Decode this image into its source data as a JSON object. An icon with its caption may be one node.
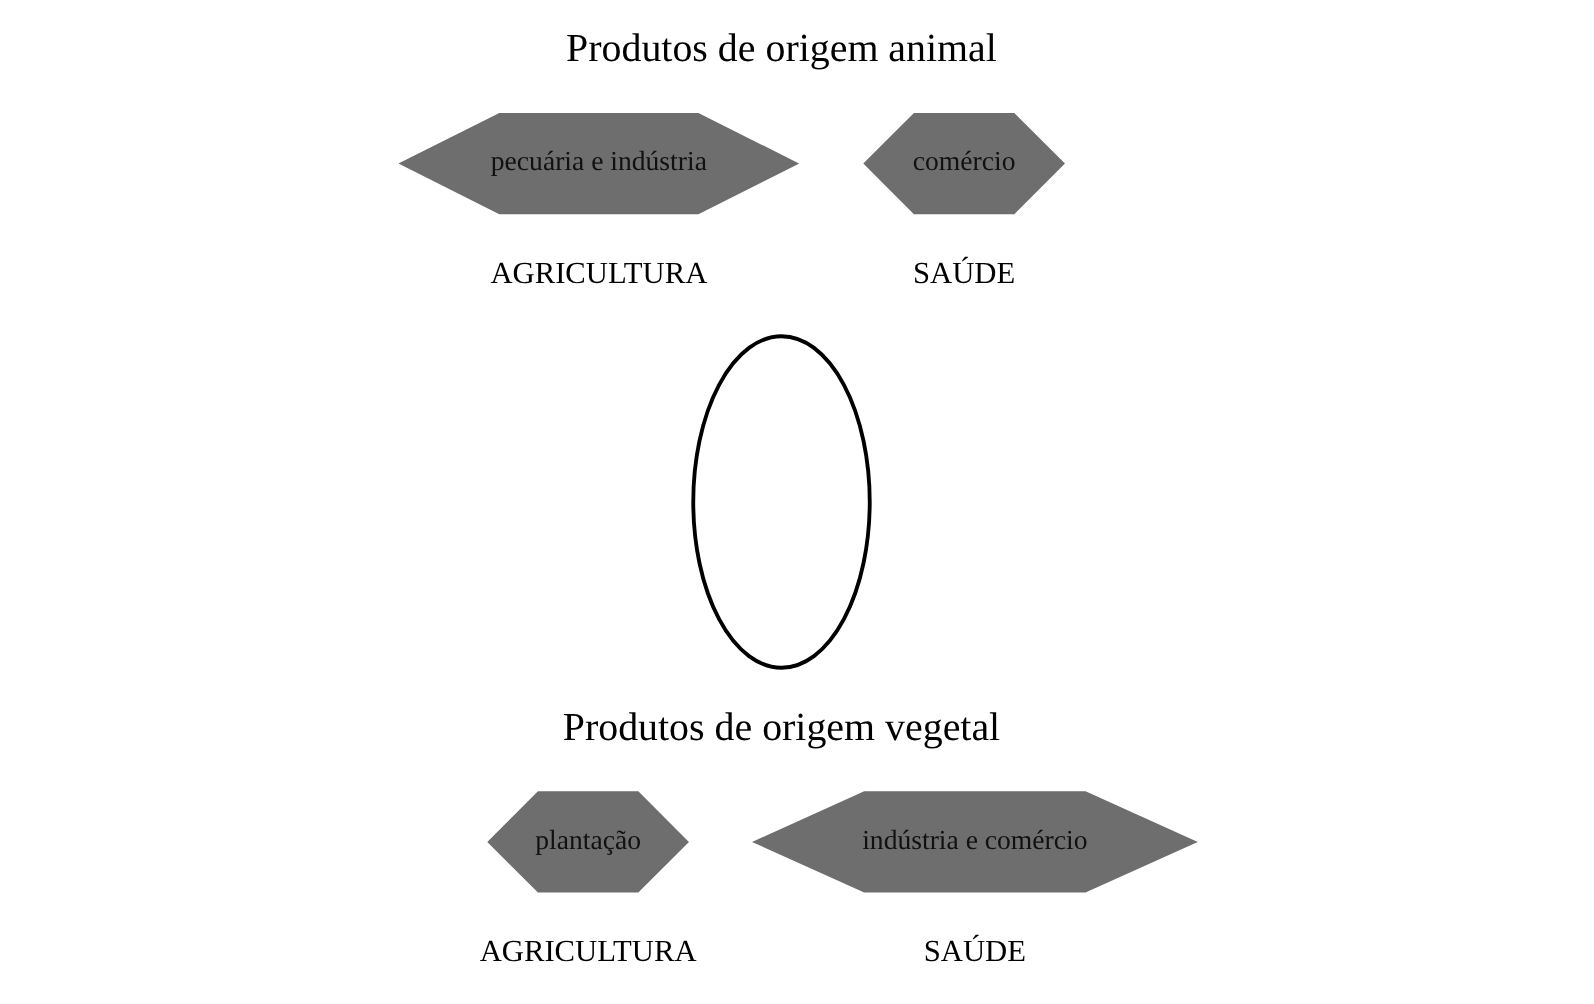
{
  "diagram": {
    "nodes": [
      {
        "text": [
          "pecuária e indústria"
        ],
        "beside": [
          "AGRICULTURA"
        ]
      },
      {
        "text": [
          "comércio"
        ],
        "beside": [
          "SAÚDE"
        ]
      },
      {
        "text": [
          "plantação"
        ],
        "beside": [
          "AGRICULTURA"
        ]
      },
      {
        "text": [
          "indústria e comércio"
        ],
        "beside": [
          "SAÚDE"
        ]
      },
      {
        "text": [],
        "shape": "ellipse"
      }
    ],
    "edges": [],
    "labels": [
      "Produtos de origem animal",
      "Produtos de origem vegetal"
    ]
  }
}
